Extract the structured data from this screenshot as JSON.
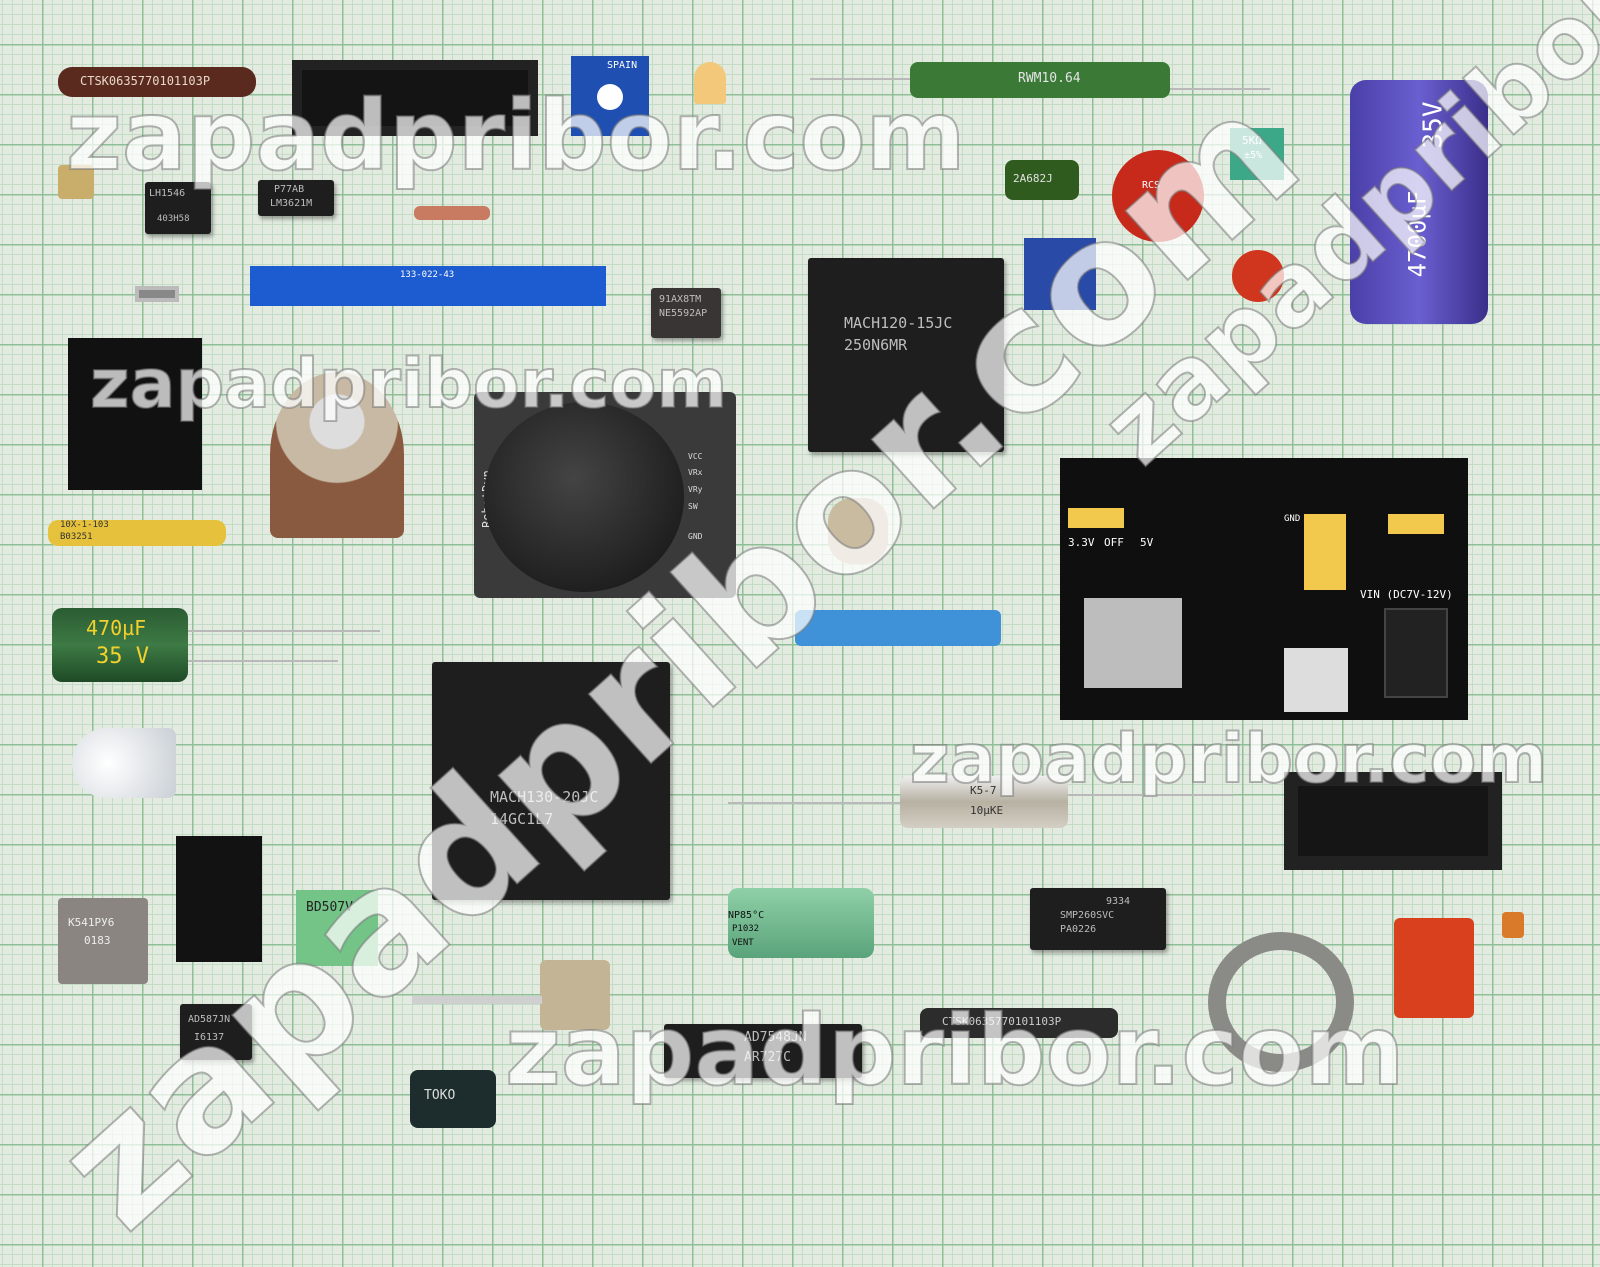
{
  "watermarks": [
    "zapadpribor.com",
    "zapadpribor.com",
    "zapadpribor.com",
    "zapadpribor.com",
    "zapadpribor.com",
    "zapadpribor.com"
  ],
  "components": {
    "resistor_network_top": "CTSK0635770101103P",
    "resistor_network_bottom": "CTSK0635770101103P",
    "trimmer_blue": "SPAIN",
    "lh1546": "LH1546",
    "lh1546_code": "403H58",
    "lm3621m_code": "P77AB",
    "lm3621m": "LM3621M",
    "edge_connector": "133-022-43",
    "ne5592ap_code": "91AX8TM",
    "ne5592ap": "NE5592AP",
    "rwm": "RWM10.64",
    "film_cap": "2A682J",
    "trimmer_small": "5KΩ",
    "trimmer_small_tol": "±5%",
    "varistor": "RCS",
    "big_cap_voltage": "35V",
    "big_cap_value": "4700µF",
    "mach120_line1": "MACH120-15JC",
    "mach120_line2": "250N6MR",
    "sip_resistor": "10X-1-103",
    "sip_resistor_code": "B03251",
    "electrolytic_value": "470µF",
    "electrolytic_voltage": "35 V",
    "joystick_brand": "RobotDyn",
    "joystick_pins": [
      "VCC",
      "VRx",
      "VRy",
      "SW",
      "GND"
    ],
    "psu_labels": {
      "off": "OFF",
      "v33": "3.3V",
      "v5": "5V",
      "vin": "VIN (DC7V-12V)",
      "gnd": "GND"
    },
    "mach130_line1": "MACH130-20JC",
    "mach130_line2": "14GC1L7",
    "k5_cap_line1": "K5-7",
    "k5_cap_line2": "10µKE",
    "np_cap": "NP85°C",
    "np_cap_code": "P1032",
    "np_cap_vent": "VENT",
    "smp_code": "9334",
    "smp": "SMP260SVC",
    "smp_code2": "PA0226",
    "k541": "K541РУ6",
    "k541_code": "0183",
    "transistor": "BD507V",
    "ad587": "AD587JN",
    "ad587_code": "I6137",
    "ad7548": "AD7548JN",
    "ad7548_code": "AR727C",
    "inductor": "TOKO"
  },
  "colors": {
    "grid": "#8fbf96",
    "paper": "#e3ebe1",
    "chip": "#1e1e1e"
  }
}
